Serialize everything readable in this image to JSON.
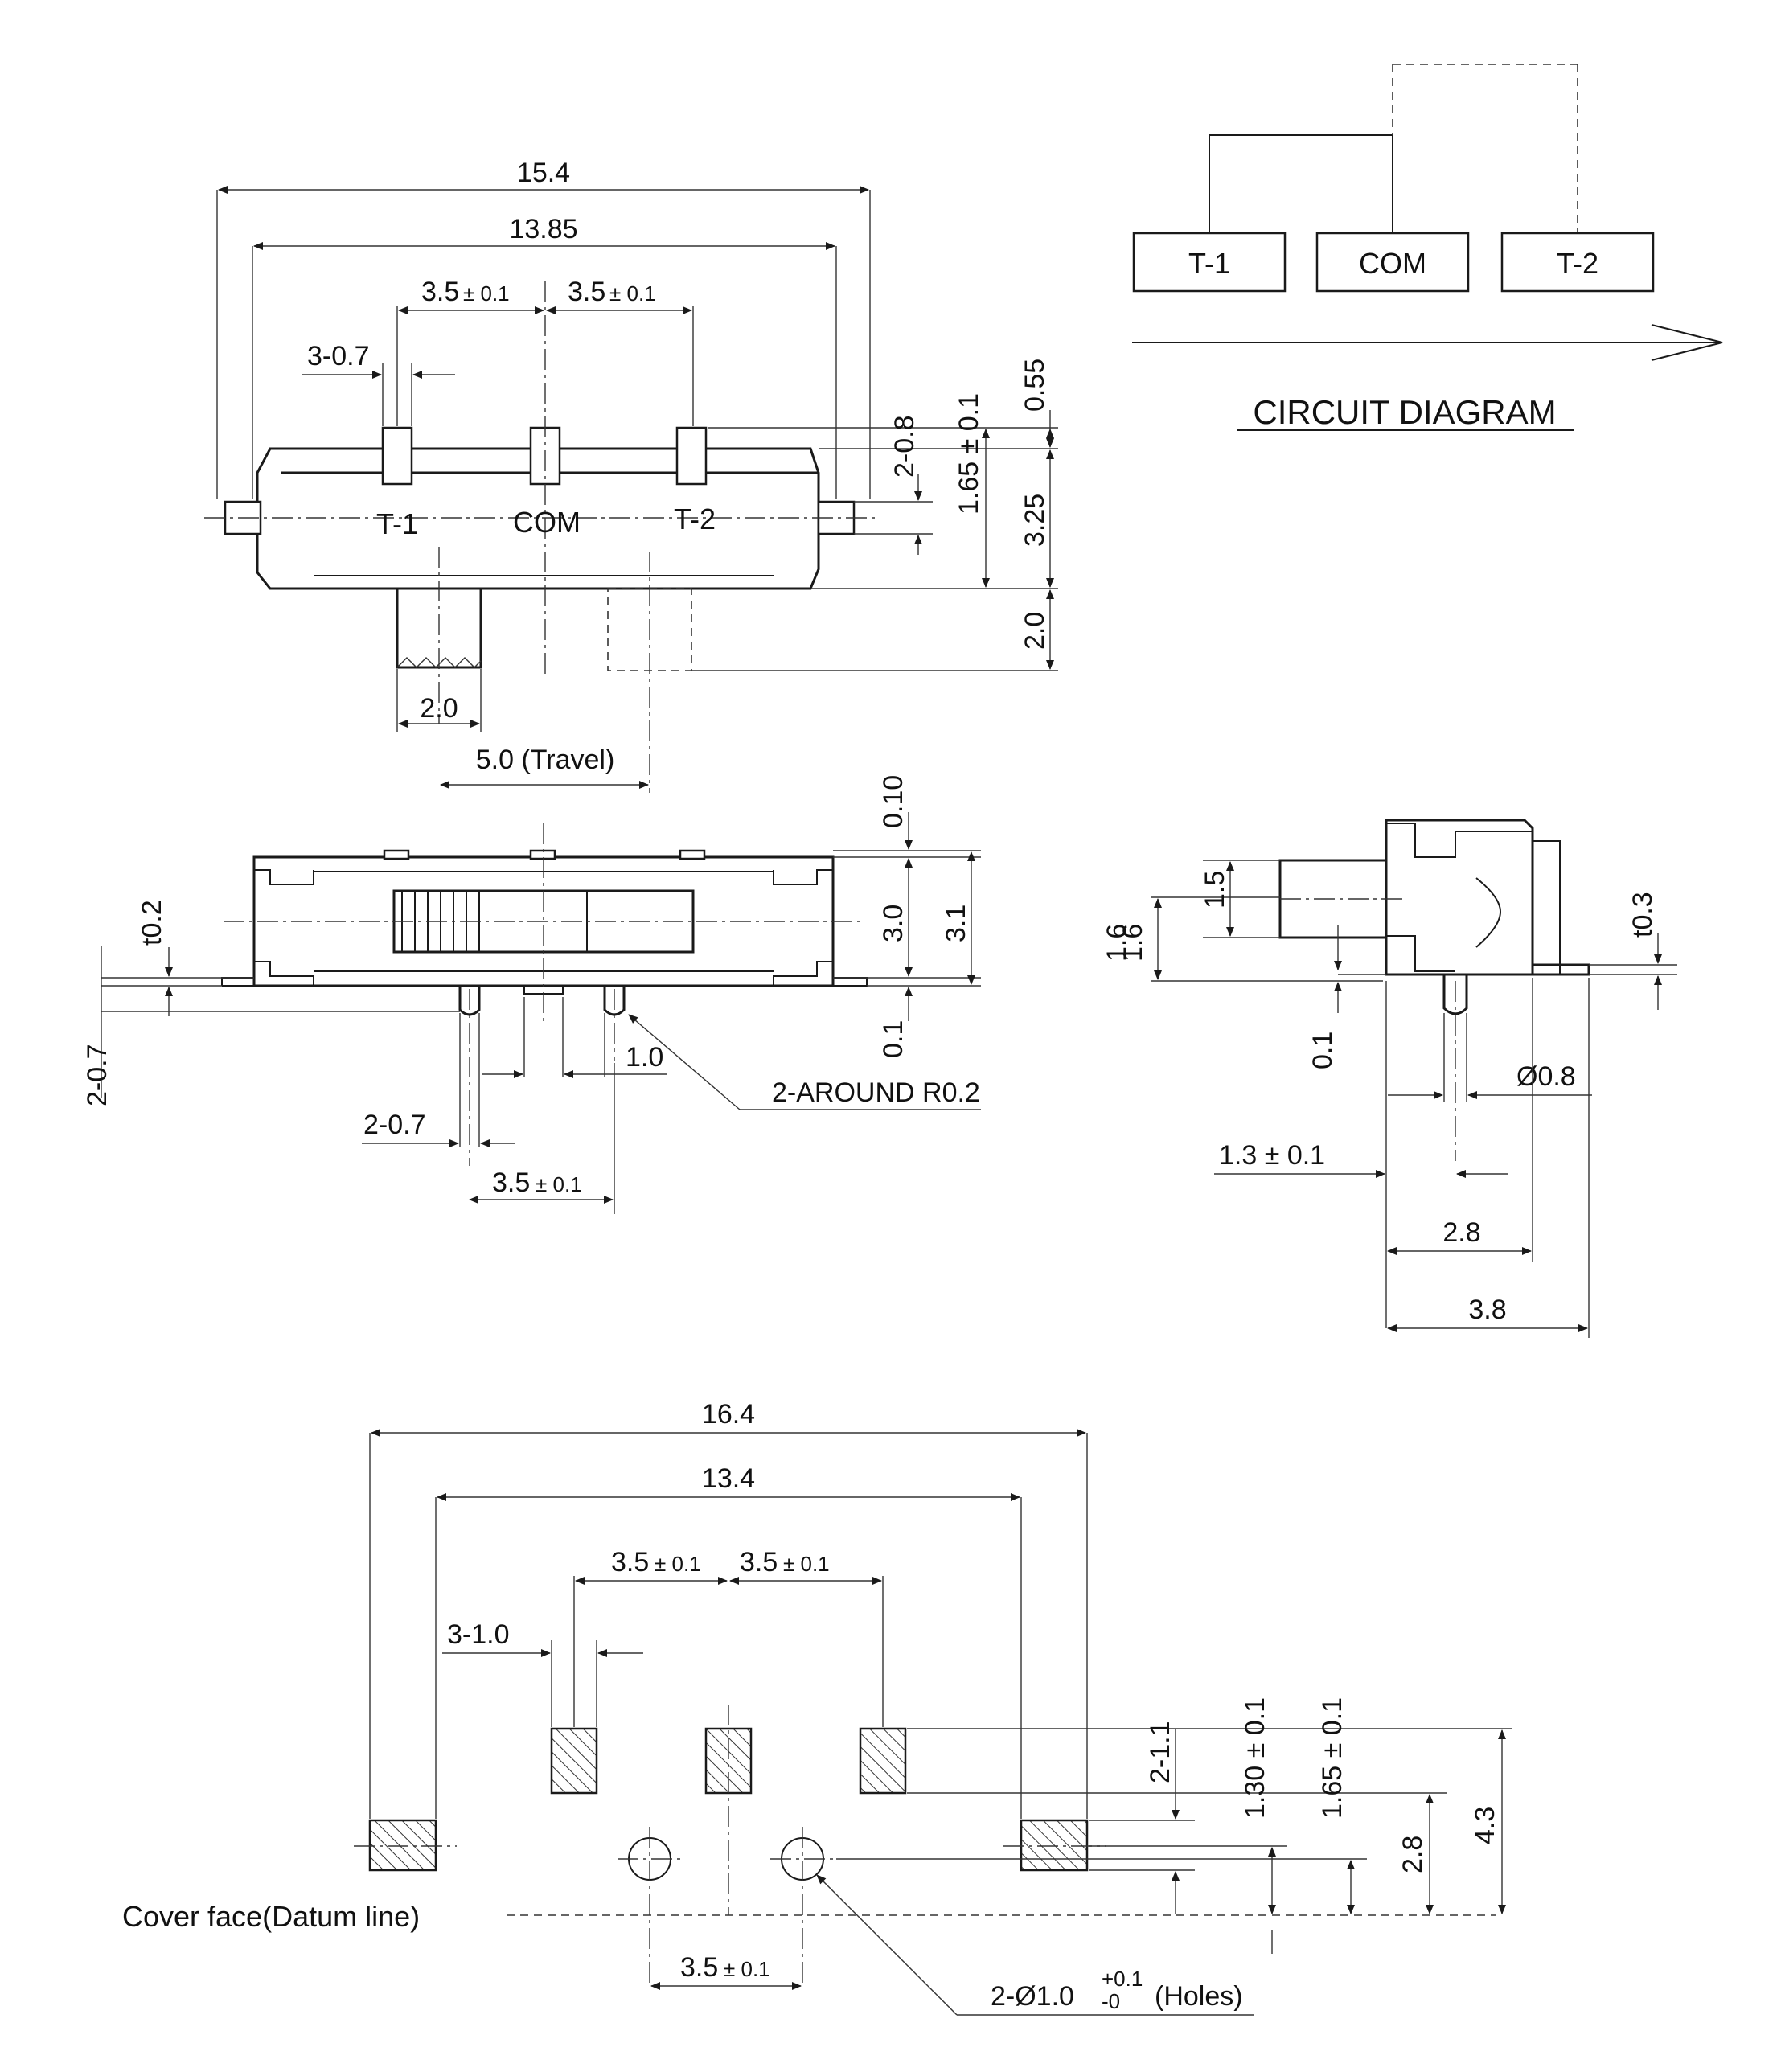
{
  "circuit": {
    "title": "CIRCUIT DIAGRAM",
    "terminals": [
      "T-1",
      "COM",
      "T-2"
    ]
  },
  "top_view": {
    "terminals": [
      "T-1",
      "COM",
      "T-2"
    ],
    "dims": {
      "overall": "15.4",
      "inner": "13.85",
      "pitch": "3.5",
      "tol": "± 0.1",
      "pin_width": "3-0.7",
      "pin_pad": "2-0.8",
      "pin_pos": "1.65 ± 0.1",
      "top": "0.55",
      "body": "3.25",
      "actuator_len": "2.0",
      "actuator_w": "2.0",
      "travel": "5.0 (Travel)"
    }
  },
  "front_view": {
    "dims": {
      "t": "t0.2",
      "pin_w": "2-0.7",
      "pin_w2": "2-0.7",
      "gap": "1.0",
      "round": "2-AROUND R0.2",
      "pitch": "3.5",
      "tol": "± 0.1",
      "top": "0.10",
      "h1": "3.0",
      "h2": "3.1",
      "bottom": "0.1"
    }
  },
  "side_view": {
    "dims": {
      "a": "1.5",
      "b": "1.6",
      "b_clip": "1.6",
      "t": "t0.3",
      "c": "0.1",
      "dia": "Ø0.8",
      "d": "1.3 ± 0.1",
      "e": "2.8",
      "f": "3.8"
    }
  },
  "footprint": {
    "datum": "Cover face(Datum line)",
    "dims": {
      "overall": "16.4",
      "inner": "13.4",
      "pitch": "3.5",
      "tol": "± 0.1",
      "pad_w": "3-1.0",
      "pad_h": "2-1.1",
      "row1": "1.30 ± 0.1",
      "row2": "1.65 ± 0.1",
      "hole_y": "2.8",
      "total": "4.3",
      "hole_pitch": "3.5",
      "holes_main": "2-Ø1.0",
      "holes_tol_up": "+0.1",
      "holes_tol_dn": "-0",
      "holes_note": "(Holes)"
    }
  }
}
